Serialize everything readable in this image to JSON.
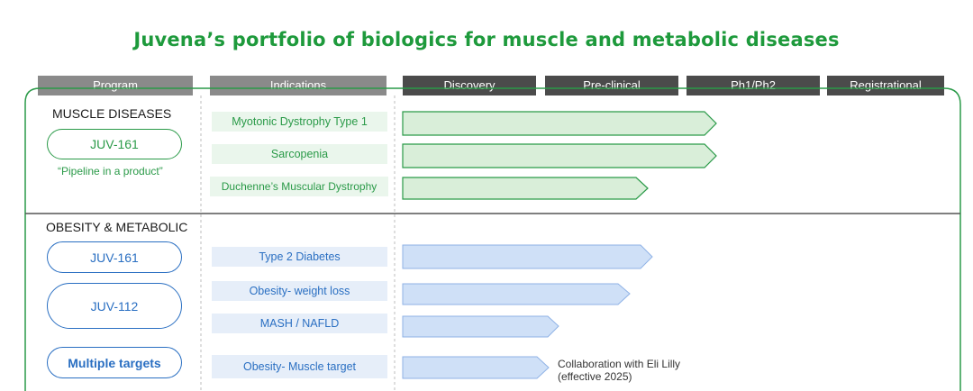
{
  "title": "Juvena’s portfolio of biologics for muscle and metabolic diseases",
  "headers": {
    "program": "Program",
    "indications": "Indications",
    "phases": [
      "Discovery",
      "Pre-clinical",
      "Ph1/Ph2",
      "Registrational"
    ]
  },
  "sections": [
    {
      "label": "MUSCLE DISEASES",
      "color": "#2a9a48",
      "programs": [
        {
          "name": "JUV-161",
          "note": "“Pipeline in a product”"
        }
      ],
      "indications": [
        {
          "label": "Myotonic Dystrophy Type 1",
          "stage": "Ph1/Ph2"
        },
        {
          "label": "Sarcopenia",
          "stage": "Ph1/Ph2"
        },
        {
          "label": "Duchenne’s Muscular Dystrophy",
          "stage": "Pre-clinical"
        }
      ]
    },
    {
      "label": "OBESITY & METABOLIC",
      "color": "#2a6fc2",
      "programs": [
        {
          "name": "JUV-161"
        },
        {
          "name": "JUV-112"
        },
        {
          "name": "Multiple targets"
        }
      ],
      "indications": [
        {
          "label": "Type 2 Diabetes",
          "stage": "Pre-clinical"
        },
        {
          "label": "Obesity- weight loss",
          "stage": "Pre-clinical"
        },
        {
          "label": "MASH / NAFLD",
          "stage": "Discovery"
        },
        {
          "label": "Obesity- Muscle target",
          "stage": "Discovery"
        }
      ],
      "annotation": [
        "Collaboration with Eli Lilly",
        "(effective 2025)"
      ]
    }
  ],
  "colors": {
    "title": "#1e9a3c",
    "header_light": "#8a8a8a",
    "header_dark": "#4b4b4b",
    "green_bar_fill": "#d9eed9",
    "green_bar_stroke": "#2a9a48",
    "blue_bar_fill": "#cfe0f7",
    "blue_bar_stroke": "#8fb2e6"
  }
}
